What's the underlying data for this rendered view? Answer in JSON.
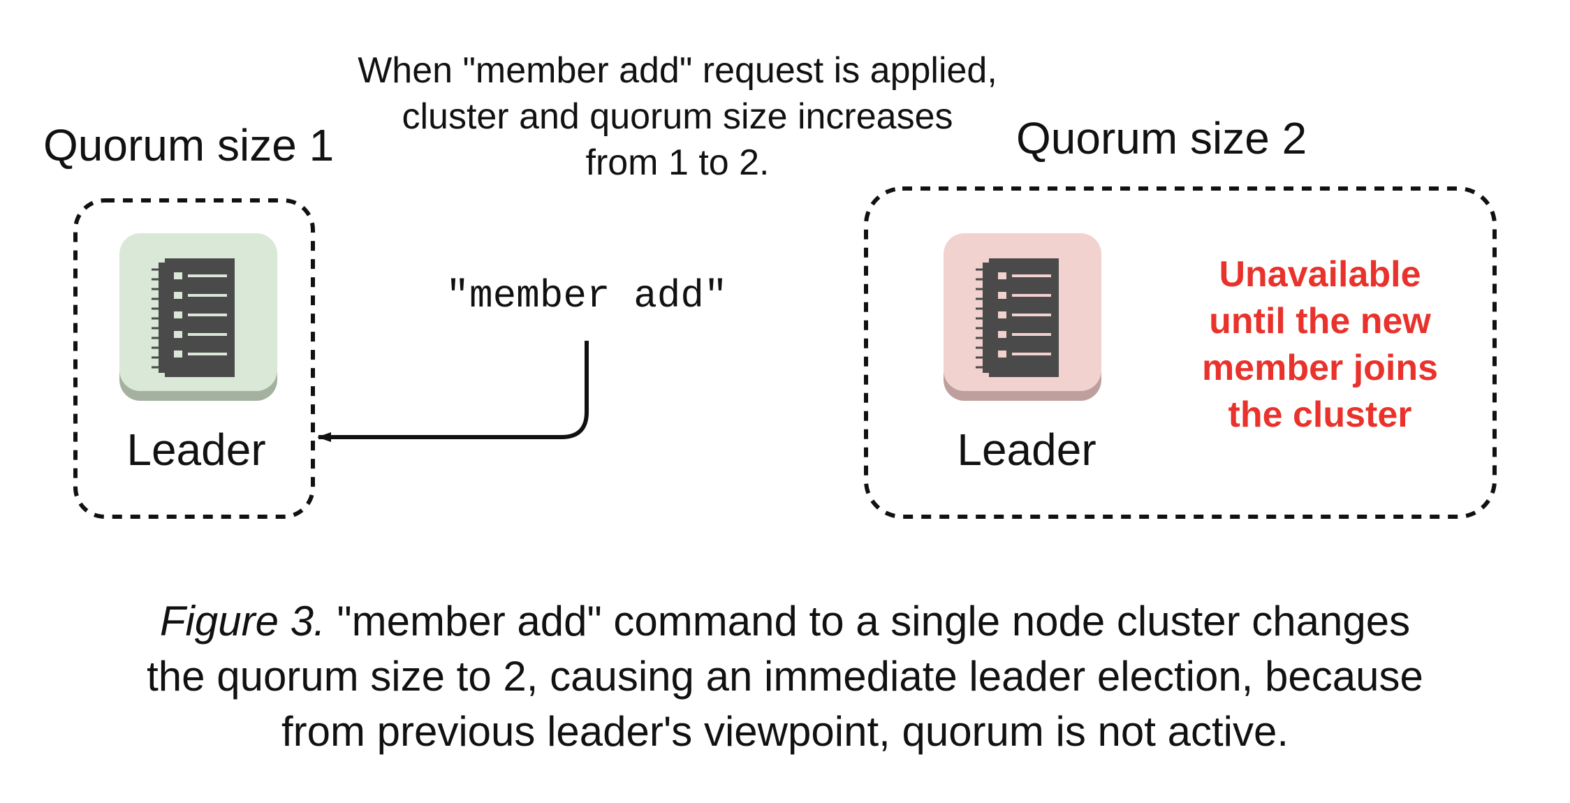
{
  "cluster_before": {
    "title": "Quorum size 1",
    "node": {
      "label": "Leader",
      "icon": "server-log-icon",
      "status_color": "#d9e8d7",
      "base_color": "#a4b19f"
    }
  },
  "cluster_after": {
    "title": "Quorum size 2",
    "node": {
      "label": "Leader",
      "icon": "server-log-icon",
      "status_color": "#f2d2cf",
      "base_color": "#bda09e"
    },
    "warning": {
      "lines": [
        "Unavailable",
        "until the new",
        "member joins",
        "the cluster"
      ],
      "color": "#e8322b"
    }
  },
  "note": {
    "lines": [
      "When \"member add\" request is applied,",
      "cluster and quorum size increases",
      "from 1 to 2."
    ]
  },
  "command": {
    "label": "\"member add\"",
    "arrow_target": "cluster_before"
  },
  "caption": {
    "figure_label": "Figure 3.",
    "line1_rest": " \"member add\" command to a single node cluster changes",
    "line2": "the quorum size to 2, causing an immediate leader election, because",
    "line3": "from previous leader's viewpoint, quorum is not active."
  }
}
